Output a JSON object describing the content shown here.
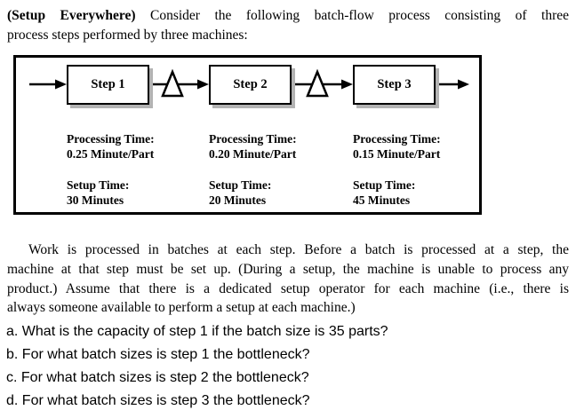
{
  "page": {
    "background": "#ffffff",
    "text_color": "#000000",
    "shadow_color": "#b3b3b3"
  },
  "intro": {
    "lead_bold": "(Setup Everywhere)",
    "line1_rest": "Consider the following batch-flow process consisting of three",
    "line2": "process steps performed by three machines:"
  },
  "diagram": {
    "steps": [
      {
        "label": "Step 1",
        "processing_label": "Processing Time:",
        "processing_value": "0.25 Minute/Part",
        "setup_label": "Setup Time:",
        "setup_value": "30 Minutes"
      },
      {
        "label": "Step 2",
        "processing_label": "Processing Time:",
        "processing_value": "0.20 Minute/Part",
        "setup_label": "Setup Time:",
        "setup_value": "20 Minutes"
      },
      {
        "label": "Step 3",
        "processing_label": "Processing Time:",
        "processing_value": "0.15 Minute/Part",
        "setup_label": "Setup Time:",
        "setup_value": "45 Minutes"
      }
    ]
  },
  "body_paragraph": {
    "lines": [
      "Work is processed in batches at each step. Before a batch is processed at a step, the",
      "machine at that step must be set up. (During a setup, the machine is unable to process any",
      "product.) Assume that there is a dedicated setup operator for each machine (i.e., there is",
      "always someone available to perform a setup at each machine.)"
    ]
  },
  "questions": {
    "items": [
      "a. What is the capacity of step 1 if the batch size is 35 parts?",
      "b. For what batch sizes is step 1 the bottleneck?",
      "c. For what batch sizes is step 2 the bottleneck?",
      "d. For what batch sizes is step 3 the bottleneck?"
    ]
  }
}
